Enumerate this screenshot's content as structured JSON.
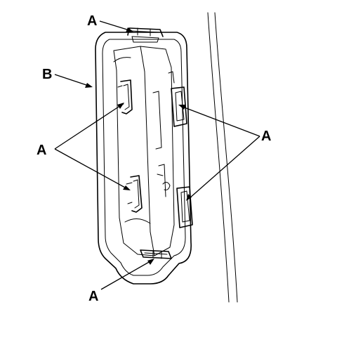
{
  "diagram": {
    "callouts": {
      "a_top": "A",
      "b_left": "B",
      "a_left": "A",
      "a_right": "A",
      "a_bottom": "A"
    }
  }
}
